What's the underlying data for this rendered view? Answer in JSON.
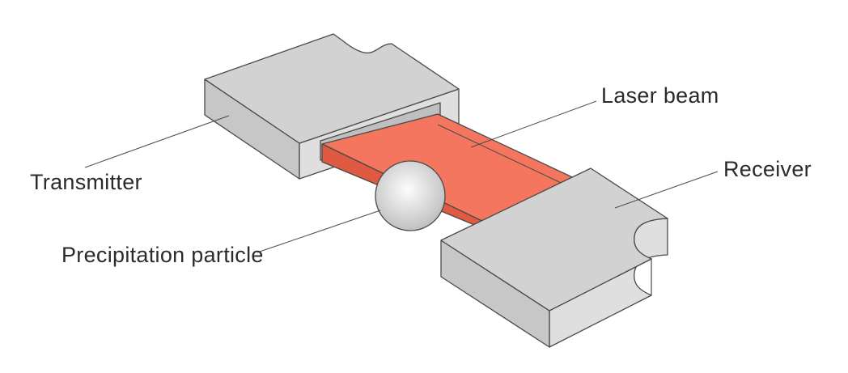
{
  "figure": {
    "labels": {
      "transmitter": "Transmitter",
      "laser_beam": "Laser beam",
      "receiver": "Receiver",
      "precipitation_particle": "Precipitation particle"
    }
  },
  "colors": {
    "background": "#ffffff",
    "box_top": "#d2d2d2",
    "box_side_left": "#c7c7c7",
    "box_side_right": "#dfdfdf",
    "slot_interior": "#bfbfbf",
    "beam_top": "#f4765f",
    "beam_edge": "#e05a43",
    "outline": "#4a4a4a",
    "label_text": "#2b2b2b"
  }
}
